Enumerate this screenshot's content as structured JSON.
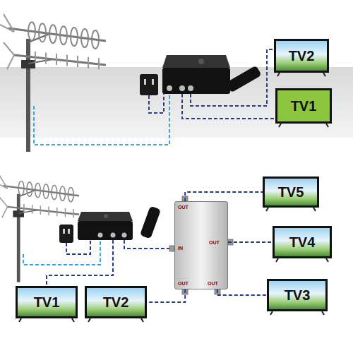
{
  "diagram": {
    "nodes": [
      {
        "text": [
          "TV2"
        ]
      },
      {
        "text": [
          "TV1"
        ]
      },
      {
        "text": [
          "OUT",
          "IN",
          "OUT",
          "OUT",
          "OUT"
        ]
      },
      {
        "text": [
          "TV5"
        ]
      },
      {
        "text": [
          "TV4"
        ]
      },
      {
        "text": [
          "TV3"
        ]
      },
      {
        "text": [
          "TV1"
        ]
      },
      {
        "text": [
          "TV2"
        ]
      }
    ],
    "edges": [
      {
        "from": 2,
        "to": 3,
        "arrow": "none"
      },
      {
        "from": 2,
        "to": 4,
        "arrow": "none"
      },
      {
        "from": 2,
        "to": 5,
        "arrow": "none"
      },
      {
        "from": 2,
        "to": 7,
        "arrow": "none"
      }
    ]
  }
}
